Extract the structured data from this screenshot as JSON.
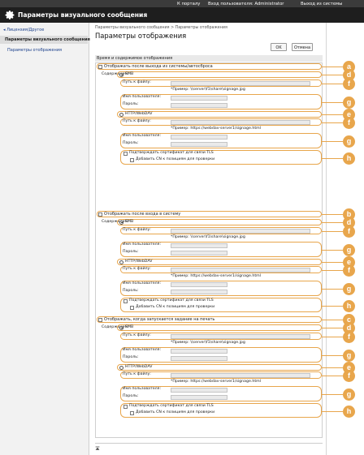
{
  "topnav": {
    "portal": "К порталу",
    "user_label": "Вход пользователя: Administrator",
    "logout": "Выход из системы"
  },
  "app_title": "Параметры визуального сообщения",
  "sidebar": {
    "back": "Лицензия/Другое",
    "parent": "Параметры визуального сообщения",
    "current": "Параметры отображения"
  },
  "breadcrumb": "Параметры визуального сообщения > Параметры отображения",
  "page_title": "Параметры отображения",
  "buttons": {
    "ok": "OK",
    "cancel": "Отмена"
  },
  "section_title": "Время и содержимое отображения",
  "blocks": [
    {
      "checkbox_label": "Отображать после выхода из системы/автосброса",
      "content_label": "Содержание:",
      "smb": {
        "label": "SMB",
        "path_label": "Путь к файлу:",
        "example": "*Пример: \\\\server\\f1\\share\\signage.jpg",
        "user_label": "Имя пользователя:",
        "password_label": "Пароль:"
      },
      "http": {
        "label": "HTTP/WebDAV",
        "path_label": "Путь к файлу:",
        "example": "*Пример: https://webdav-server1/signage.html",
        "user_label": "Имя пользователя:",
        "password_label": "Пароль:",
        "tls_label": "Подтверждать сертификат для связи TLS",
        "cn_label": "Добавить CN к позициям для проверки"
      },
      "callouts": [
        "a",
        "d",
        "f",
        "g",
        "e",
        "f",
        "g",
        "h"
      ]
    },
    {
      "checkbox_label": "Отображать после входа в систему",
      "content_label": "Содержание:",
      "smb": {
        "label": "SMB",
        "path_label": "Путь к файлу:",
        "example": "*Пример: \\\\server\\f1\\share\\signage.jpg",
        "user_label": "Имя пользователя:",
        "password_label": "Пароль:"
      },
      "http": {
        "label": "HTTP/WebDAV",
        "path_label": "Путь к файлу:",
        "example": "*Пример: https://webdav-server1/signage.html",
        "user_label": "Имя пользователя:",
        "password_label": "Пароль:",
        "tls_label": "Подтверждать сертификат для связи TLS",
        "cn_label": "Добавить CN к позициям для проверки"
      },
      "callouts": [
        "b",
        "d",
        "f",
        "g",
        "e",
        "f",
        "g",
        "h"
      ]
    },
    {
      "checkbox_label": "Отображать, когда запускается задание на печать",
      "content_label": "Содержание:",
      "smb": {
        "label": "SMB",
        "path_label": "Путь к файлу:",
        "example": "*Пример: \\\\server\\f1\\share\\signage.jpg",
        "user_label": "Имя пользователя:",
        "password_label": "Пароль:"
      },
      "http": {
        "label": "HTTP/WebDAV",
        "path_label": "Путь к файлу:",
        "example": "*Пример: https://webdav-server1/signage.html",
        "user_label": "Имя пользователя:",
        "password_label": "Пароль:",
        "tls_label": "Подтверждать сертификат для связи TLS",
        "cn_label": "Добавить CN к позициям для проверки"
      },
      "callouts": [
        "c",
        "d",
        "f",
        "g",
        "e",
        "f",
        "g",
        "h"
      ]
    }
  ],
  "colors": {
    "accent": "#e8a64c",
    "header": "#1e1e1e",
    "topbar": "#3b3b3b",
    "link": "#1a3f8b"
  }
}
